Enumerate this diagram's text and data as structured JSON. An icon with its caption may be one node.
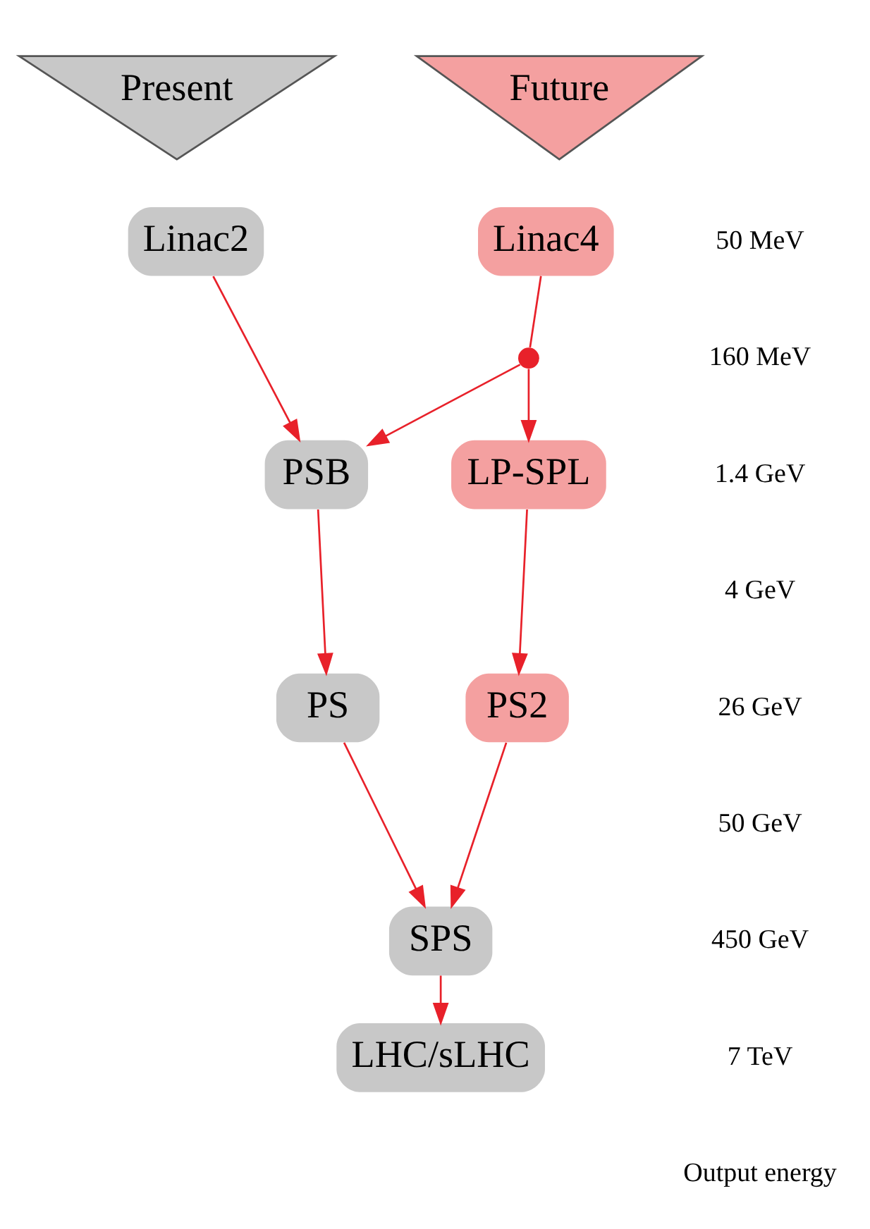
{
  "diagram": {
    "nodes": [
      {
        "text": [
          "Present"
        ]
      },
      {
        "text": [
          "Future"
        ]
      },
      {
        "text": [
          "Linac2"
        ]
      },
      {
        "text": [
          "Linac4"
        ]
      },
      {
        "text": [],
        "shape": "circle"
      },
      {
        "text": [
          "PSB"
        ]
      },
      {
        "text": [
          "LP-SPL"
        ]
      },
      {
        "text": [
          "PS"
        ]
      },
      {
        "text": [
          "PS2"
        ]
      },
      {
        "text": [
          "SPS"
        ]
      },
      {
        "text": [
          "LHC/sLHC"
        ]
      }
    ],
    "edges": [
      {
        "from": 2,
        "to": 5,
        "arrow": "to"
      },
      {
        "from": 3,
        "to": 4,
        "arrow": "none"
      },
      {
        "from": 4,
        "to": 6,
        "arrow": "to"
      },
      {
        "from": 4,
        "to": 5,
        "arrow": "to"
      },
      {
        "from": 5,
        "to": 7,
        "arrow": "to"
      },
      {
        "from": 6,
        "to": 8,
        "arrow": "to"
      },
      {
        "from": 7,
        "to": 9,
        "arrow": "to"
      },
      {
        "from": 8,
        "to": 9,
        "arrow": "to"
      },
      {
        "from": 9,
        "to": 10,
        "arrow": "to"
      }
    ],
    "labels": [
      "50 MeV",
      "160 MeV",
      "1.4 GeV",
      "4 GeV",
      "26 GeV",
      "50 GeV",
      "450 GeV",
      "7 TeV",
      "Output energy"
    ]
  }
}
